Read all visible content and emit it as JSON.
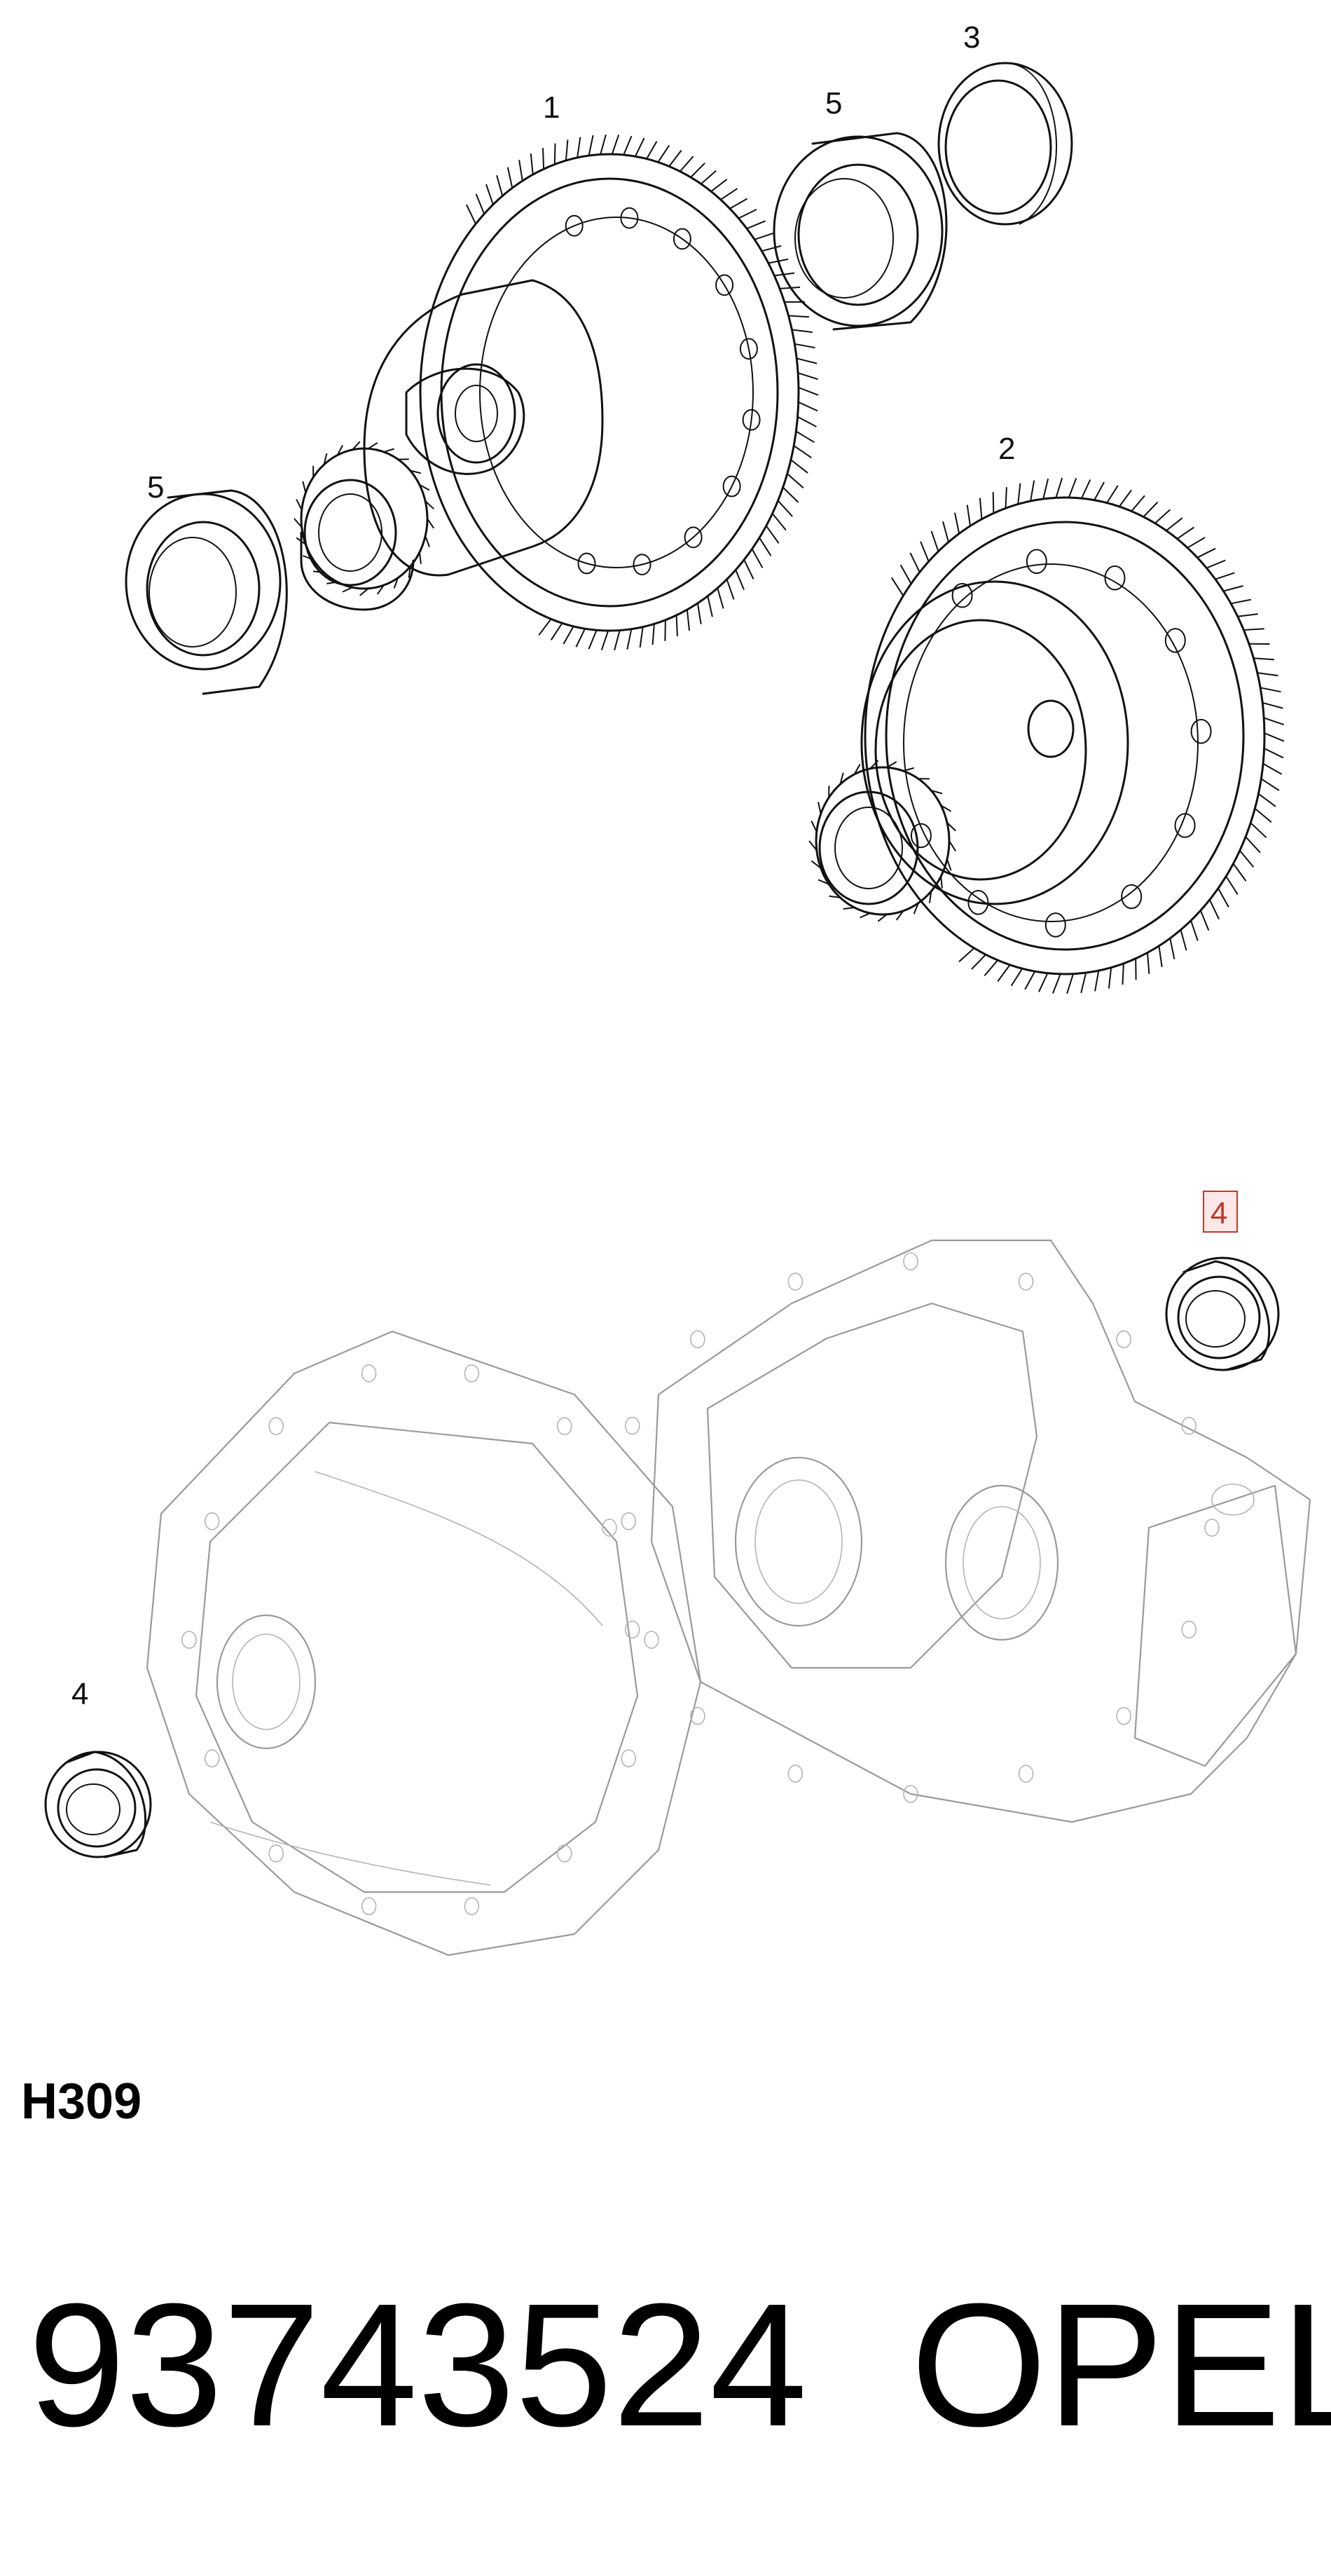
{
  "callouts": {
    "c1": "1",
    "c2": "2",
    "c3": "3",
    "c4_top": "4",
    "c4_bottom": "4",
    "c5_top": "5",
    "c5_left": "5"
  },
  "diagram_code": "H309",
  "part_number": "93743524",
  "brand": "OPEL",
  "colors": {
    "ink": "#111111",
    "ghost": "#9a9a9a",
    "highlight": "#c0392b"
  }
}
